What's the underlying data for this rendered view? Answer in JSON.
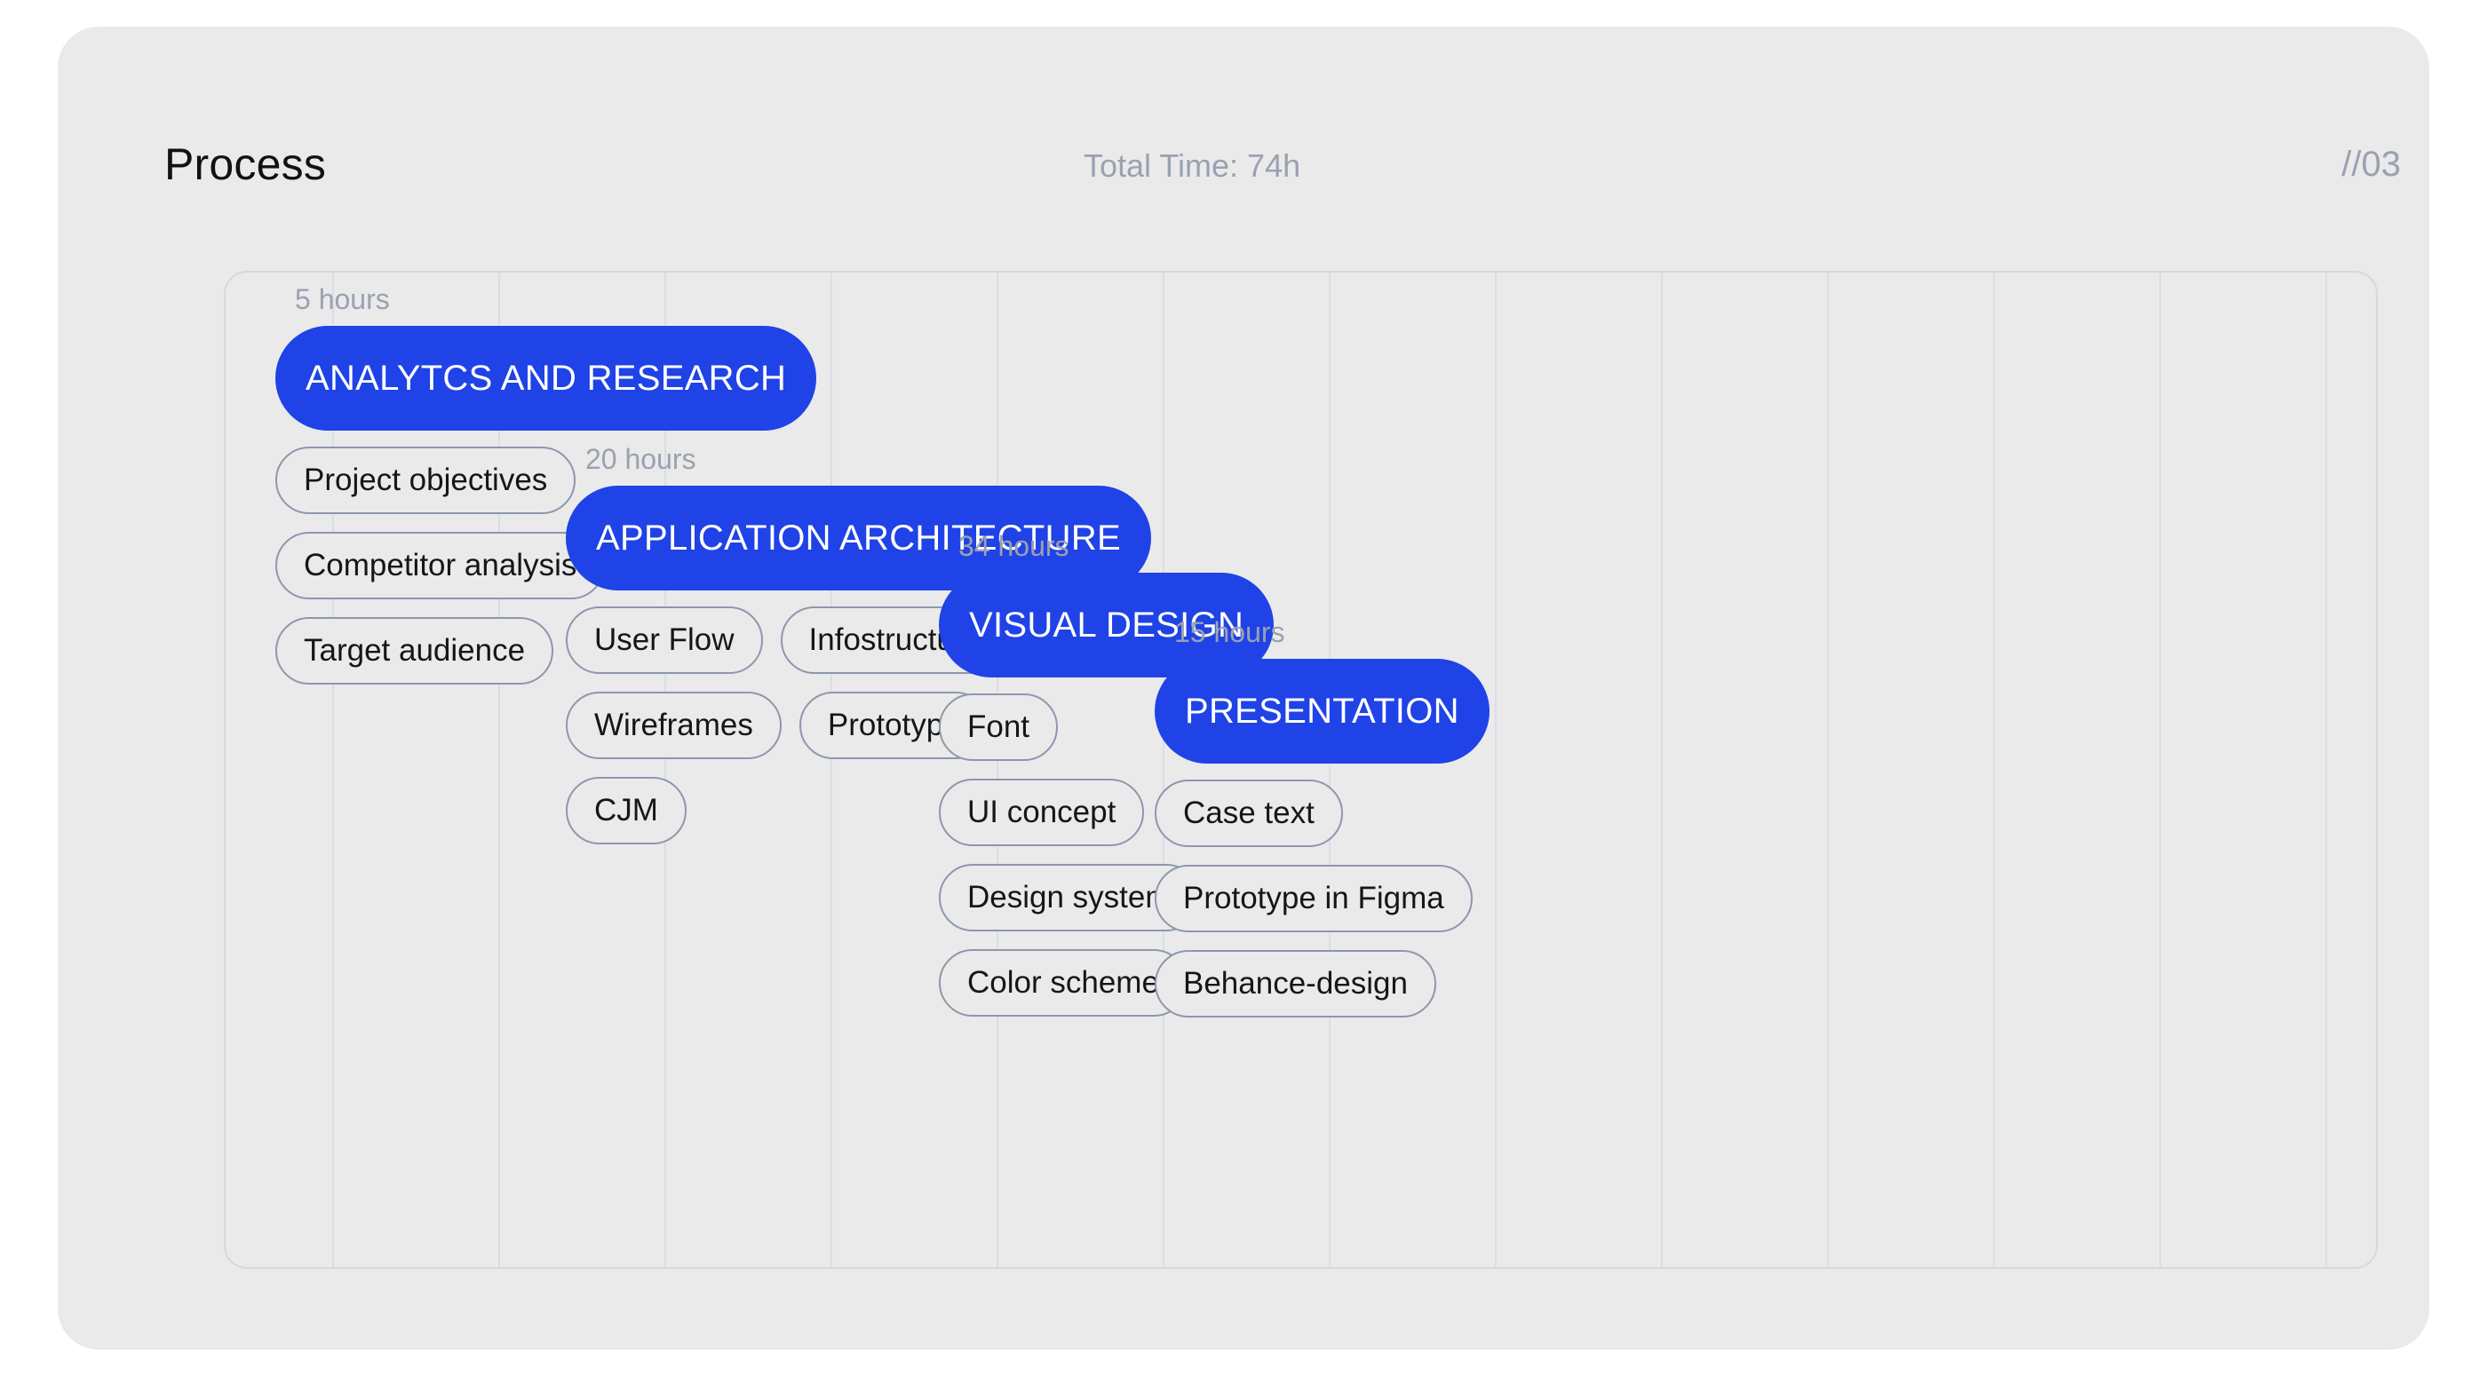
{
  "header": {
    "title": "Process",
    "total_time": "Total Time: 74h",
    "slide_number": "//03"
  },
  "theme": {
    "accent_blue": "#1f43e6",
    "card_bg": "#eaeaea",
    "page_bg": "#ffffff",
    "muted_text": "#9aa1b0",
    "pill_border": "#8d97ac",
    "grid_line": "#d8dee8"
  },
  "grid": {
    "column_line_positions": [
      120,
      307,
      494,
      681,
      868,
      1055,
      1242,
      1429,
      1616,
      1803,
      1990,
      2177,
      2364
    ]
  },
  "phases": [
    {
      "hours": "5 hours",
      "title": "ANALYTCS AND RESEARCH",
      "rows": [
        [
          "Project objectives"
        ],
        [
          "Competitor analysis"
        ],
        [
          "Target audience"
        ]
      ]
    },
    {
      "hours": "20 hours",
      "title": "APPLICATION ARCHITECTURE",
      "rows": [
        [
          "User Flow",
          "Infostructure"
        ],
        [
          "Wireframes",
          "Prototype"
        ],
        [
          "CJM"
        ]
      ]
    },
    {
      "hours": "34 hours",
      "title": "VISUAL DESIGN",
      "rows": [
        [
          "Font"
        ],
        [
          "UI concept"
        ],
        [
          "Design system"
        ],
        [
          "Color scheme"
        ]
      ]
    },
    {
      "hours": "15 hours",
      "title": "PRESENTATION",
      "rows": [
        [
          "Case text"
        ],
        [
          "Prototype in Figma"
        ],
        [
          "Behance-design"
        ]
      ]
    }
  ]
}
